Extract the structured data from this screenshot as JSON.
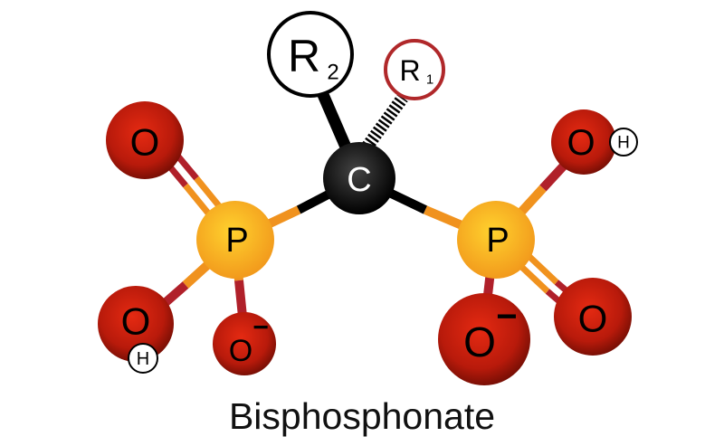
{
  "title": "Bisphosphonate",
  "atoms": {
    "carbon": "C",
    "r1": "R",
    "r1_sub": "1",
    "r2": "R",
    "r2_sub": "2",
    "phosphorus_left": "P",
    "phosphorus_right": "P",
    "oxygen_left_double": "O",
    "oxygen_left_hydroxyl": "O",
    "hydrogen_left": "H",
    "oxygen_left_anion": "O",
    "oxygen_left_anion_charge": "−",
    "oxygen_right_hydroxyl": "O",
    "hydrogen_right": "H",
    "oxygen_right_anion": "O",
    "oxygen_right_anion_charge": "−",
    "oxygen_right_double": "O"
  },
  "colors": {
    "oxygen": "#b31c0c",
    "phosphorus": "#f5a623",
    "carbon": "#111111",
    "r1_ring": "#b0282a",
    "bond_orange": "#f0921e",
    "bond_red": "#b0202a"
  }
}
